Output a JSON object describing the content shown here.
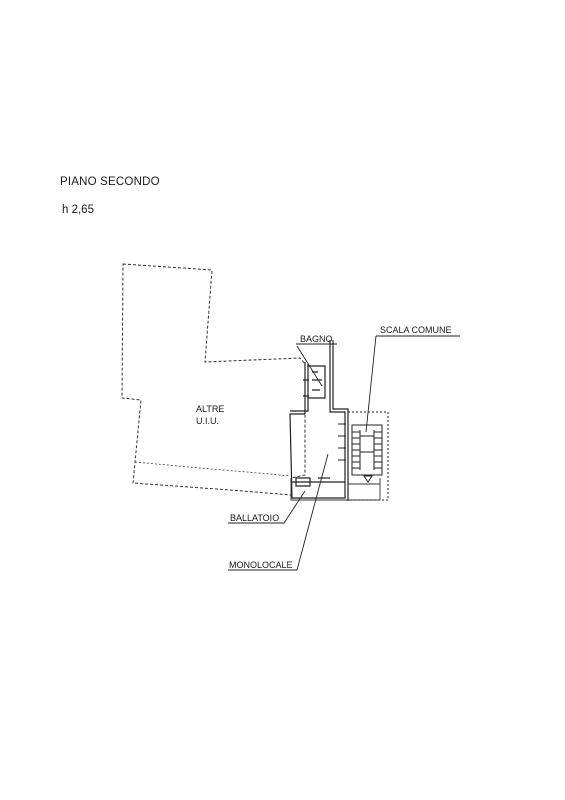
{
  "header": {
    "title": "PIANO SECONDO",
    "height": "h 2,65"
  },
  "labels": {
    "bagno": "BAGNO",
    "scala_comune": "SCALA COMUNE",
    "altre_line1": "ALTRE",
    "altre_line2": "U.I.U.",
    "ballatoio": "BALLATOIO",
    "monolocale": "MONOLOCALE"
  }
}
